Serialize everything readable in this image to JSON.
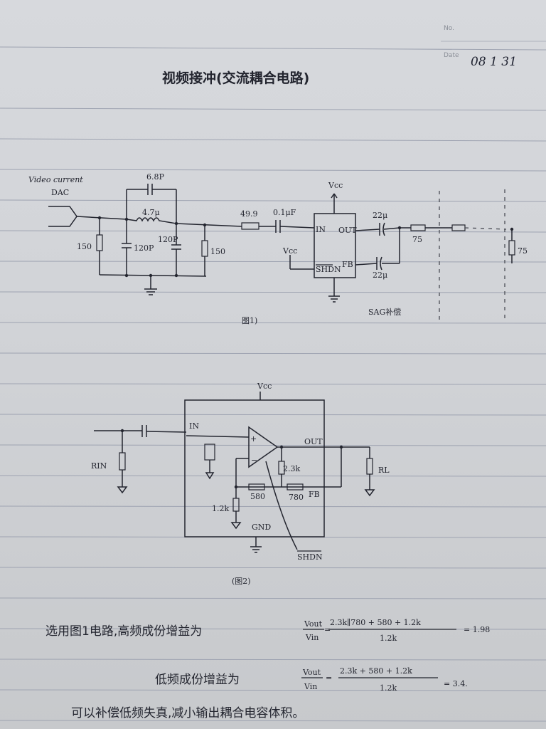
{
  "header": {
    "no_label": "No.",
    "date_label": "Date",
    "date_value": "08  1  31"
  },
  "title": "视频接冲(交流耦合电路)",
  "figure1": {
    "input_label_line1": "Video current",
    "input_label_line2": "DAC",
    "cap_top": "6.8P",
    "inductor": "4.7μ",
    "cap_120p_left": "120P",
    "cap_120p_right": "120P",
    "r150_left": "150",
    "r150_right": "150",
    "series_r": "49.9",
    "series_c": "0.1μF",
    "vcc_top": "Vcc",
    "vcc_left": "Vcc",
    "pin_in": "IN",
    "pin_out": "OUT",
    "pin_shdn": "SHDN",
    "pin_fb": "FB",
    "cap_out_top": "22μ",
    "cap_out_bottom": "22μ",
    "r75_series": "75",
    "r75_load": "75",
    "sag_label": "SAG补偿",
    "caption": "图1)"
  },
  "figure2": {
    "vcc": "Vcc",
    "pin_in": "IN",
    "pin_out": "OUT",
    "rin": "RIN",
    "rl": "RL",
    "r_2_3k": "2.3k",
    "r_580": "580",
    "r_780": "780",
    "fb": "FB",
    "r_1_2k": "1.2k",
    "gnd": "GND",
    "shdn": "SHDN",
    "caption": "(图2)"
  },
  "equations": {
    "line1_text": "选用图1电路,高频成份增益为",
    "line1_frac_num": "Vout",
    "line1_frac_den": "Vin",
    "line1_expr_num": "2.3k∥780 + 580 + 1.2k",
    "line1_expr_den": "1.2k",
    "line1_result": "= 1.98",
    "line2_text": "低频成份增益为",
    "line2_frac_num": "Vout",
    "line2_frac_den": "Vin",
    "line2_expr_num": "2.3k + 580 + 1.2k",
    "line2_expr_den": "1.2k",
    "line2_result": "= 3.4.",
    "line3_text": "可以补偿低频失真,减小输出耦合电容体积。"
  }
}
